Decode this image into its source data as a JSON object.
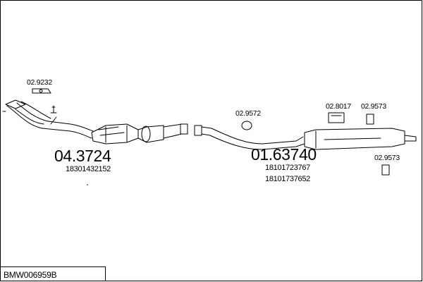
{
  "diagram": {
    "title": "BMW006959B",
    "groups": [
      {
        "part_number": "04.3724",
        "oe_numbers": [
          "18301432152"
        ]
      },
      {
        "part_number": "01.63740",
        "oe_numbers": [
          "18101723767",
          "18101737652"
        ]
      }
    ],
    "accessories": {
      "gasket_front": "02.9232",
      "ring_mid": "02.9572",
      "clamp_rear": "02.8017",
      "hanger_rear_top": "02.9573",
      "hanger_rear_bottom": "02.9573"
    }
  }
}
